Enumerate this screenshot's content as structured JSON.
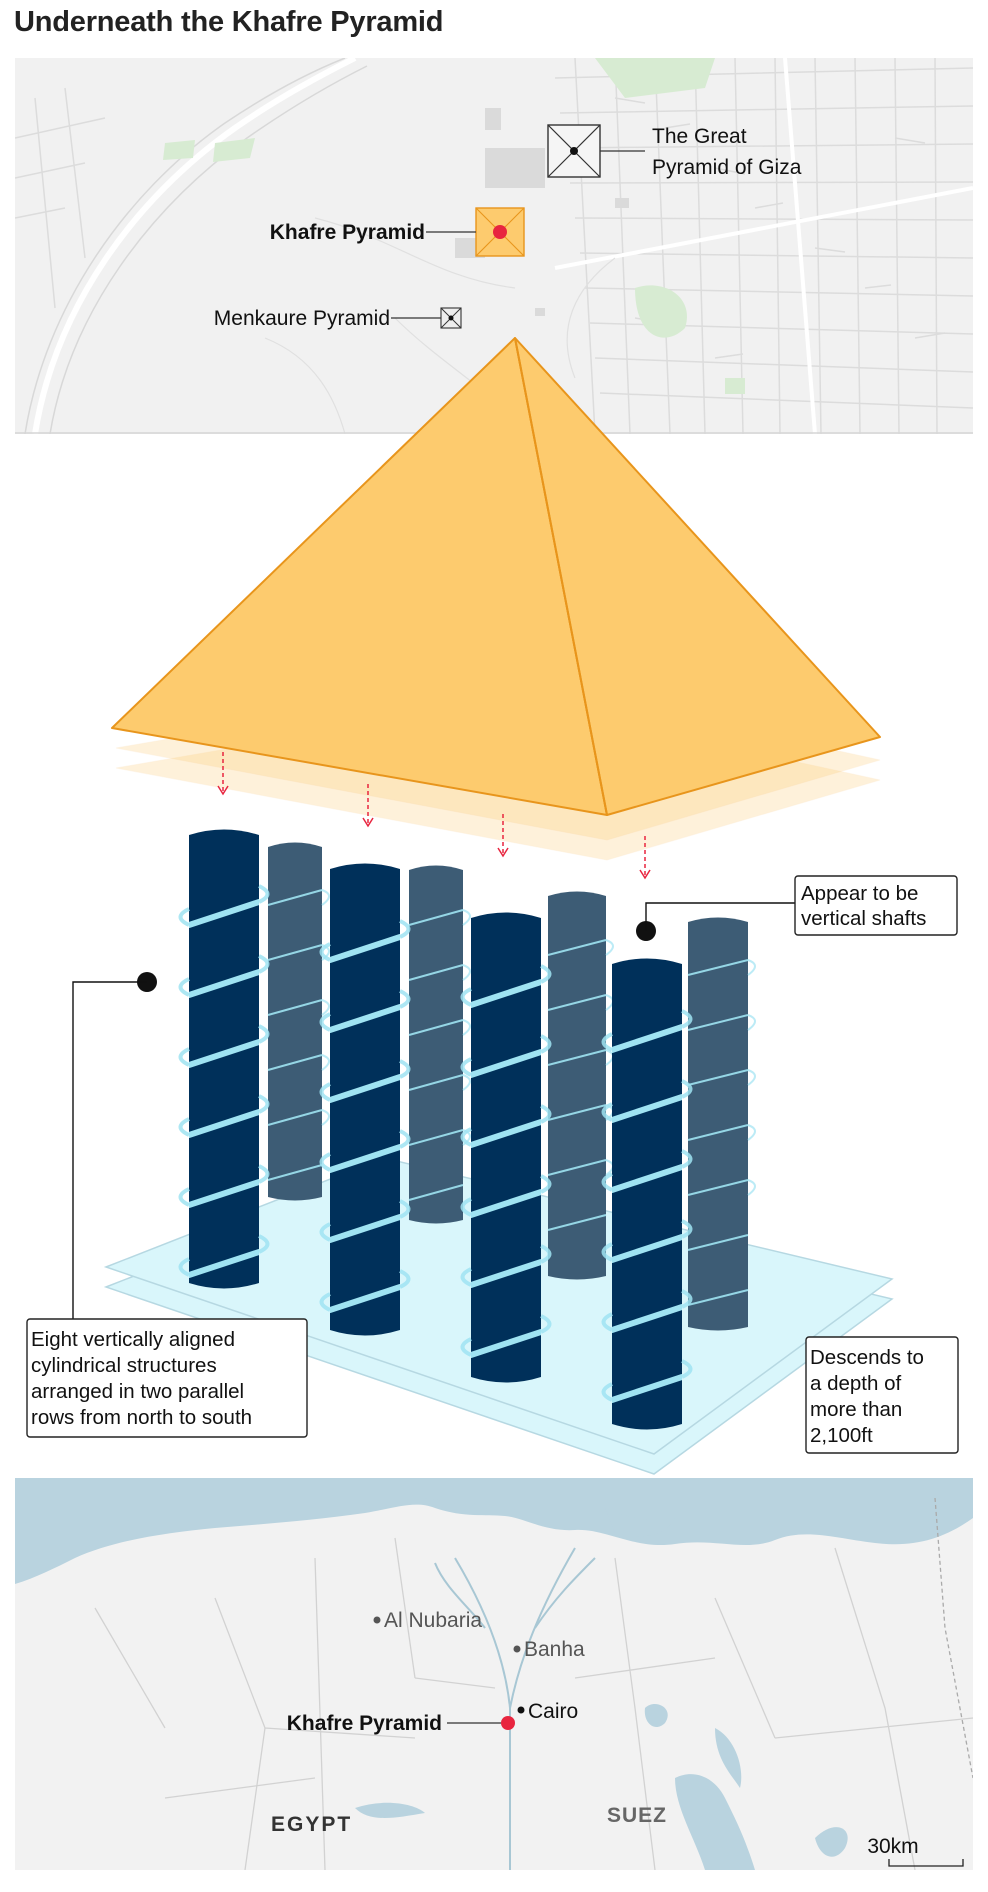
{
  "title": "Underneath the Khafre Pyramid",
  "giza_map": {
    "great_pyramid": {
      "line1": "The Great",
      "line2": "Pyramid of Giza"
    },
    "khafre": "Khafre Pyramid",
    "menkaure": "Menkaure Pyramid",
    "icons": [
      "pyramid-square-icon",
      "red-dot-marker-icon"
    ]
  },
  "diagram": {
    "callout_shafts": {
      "line1": "Appear to be",
      "line2": "vertical shafts"
    },
    "callout_cylinders": {
      "line1": "Eight vertically aligned",
      "line2": "cylindrical structures",
      "line3": "arranged in two parallel",
      "line4": "rows from north to south"
    },
    "callout_depth": {
      "line1": "Descends to",
      "line2": "a depth of",
      "line3": "more than",
      "line4": "2,100ft"
    }
  },
  "egypt_map": {
    "al_nubaria": "Al Nubaria",
    "banha": "Banha",
    "cairo": "Cairo",
    "khafre": "Khafre Pyramid",
    "egypt": "EGYPT",
    "suez": "SUEZ",
    "scale": "30km"
  },
  "colors": {
    "pyramid_fill": "#fdcb6e",
    "pyramid_stroke": "#e8951c",
    "marker_red": "#e8253f",
    "cylinder_front": "#00305a",
    "cylinder_back": "#3d5c75",
    "spiral": "#9fe3f2",
    "water": "#b9d3df"
  }
}
